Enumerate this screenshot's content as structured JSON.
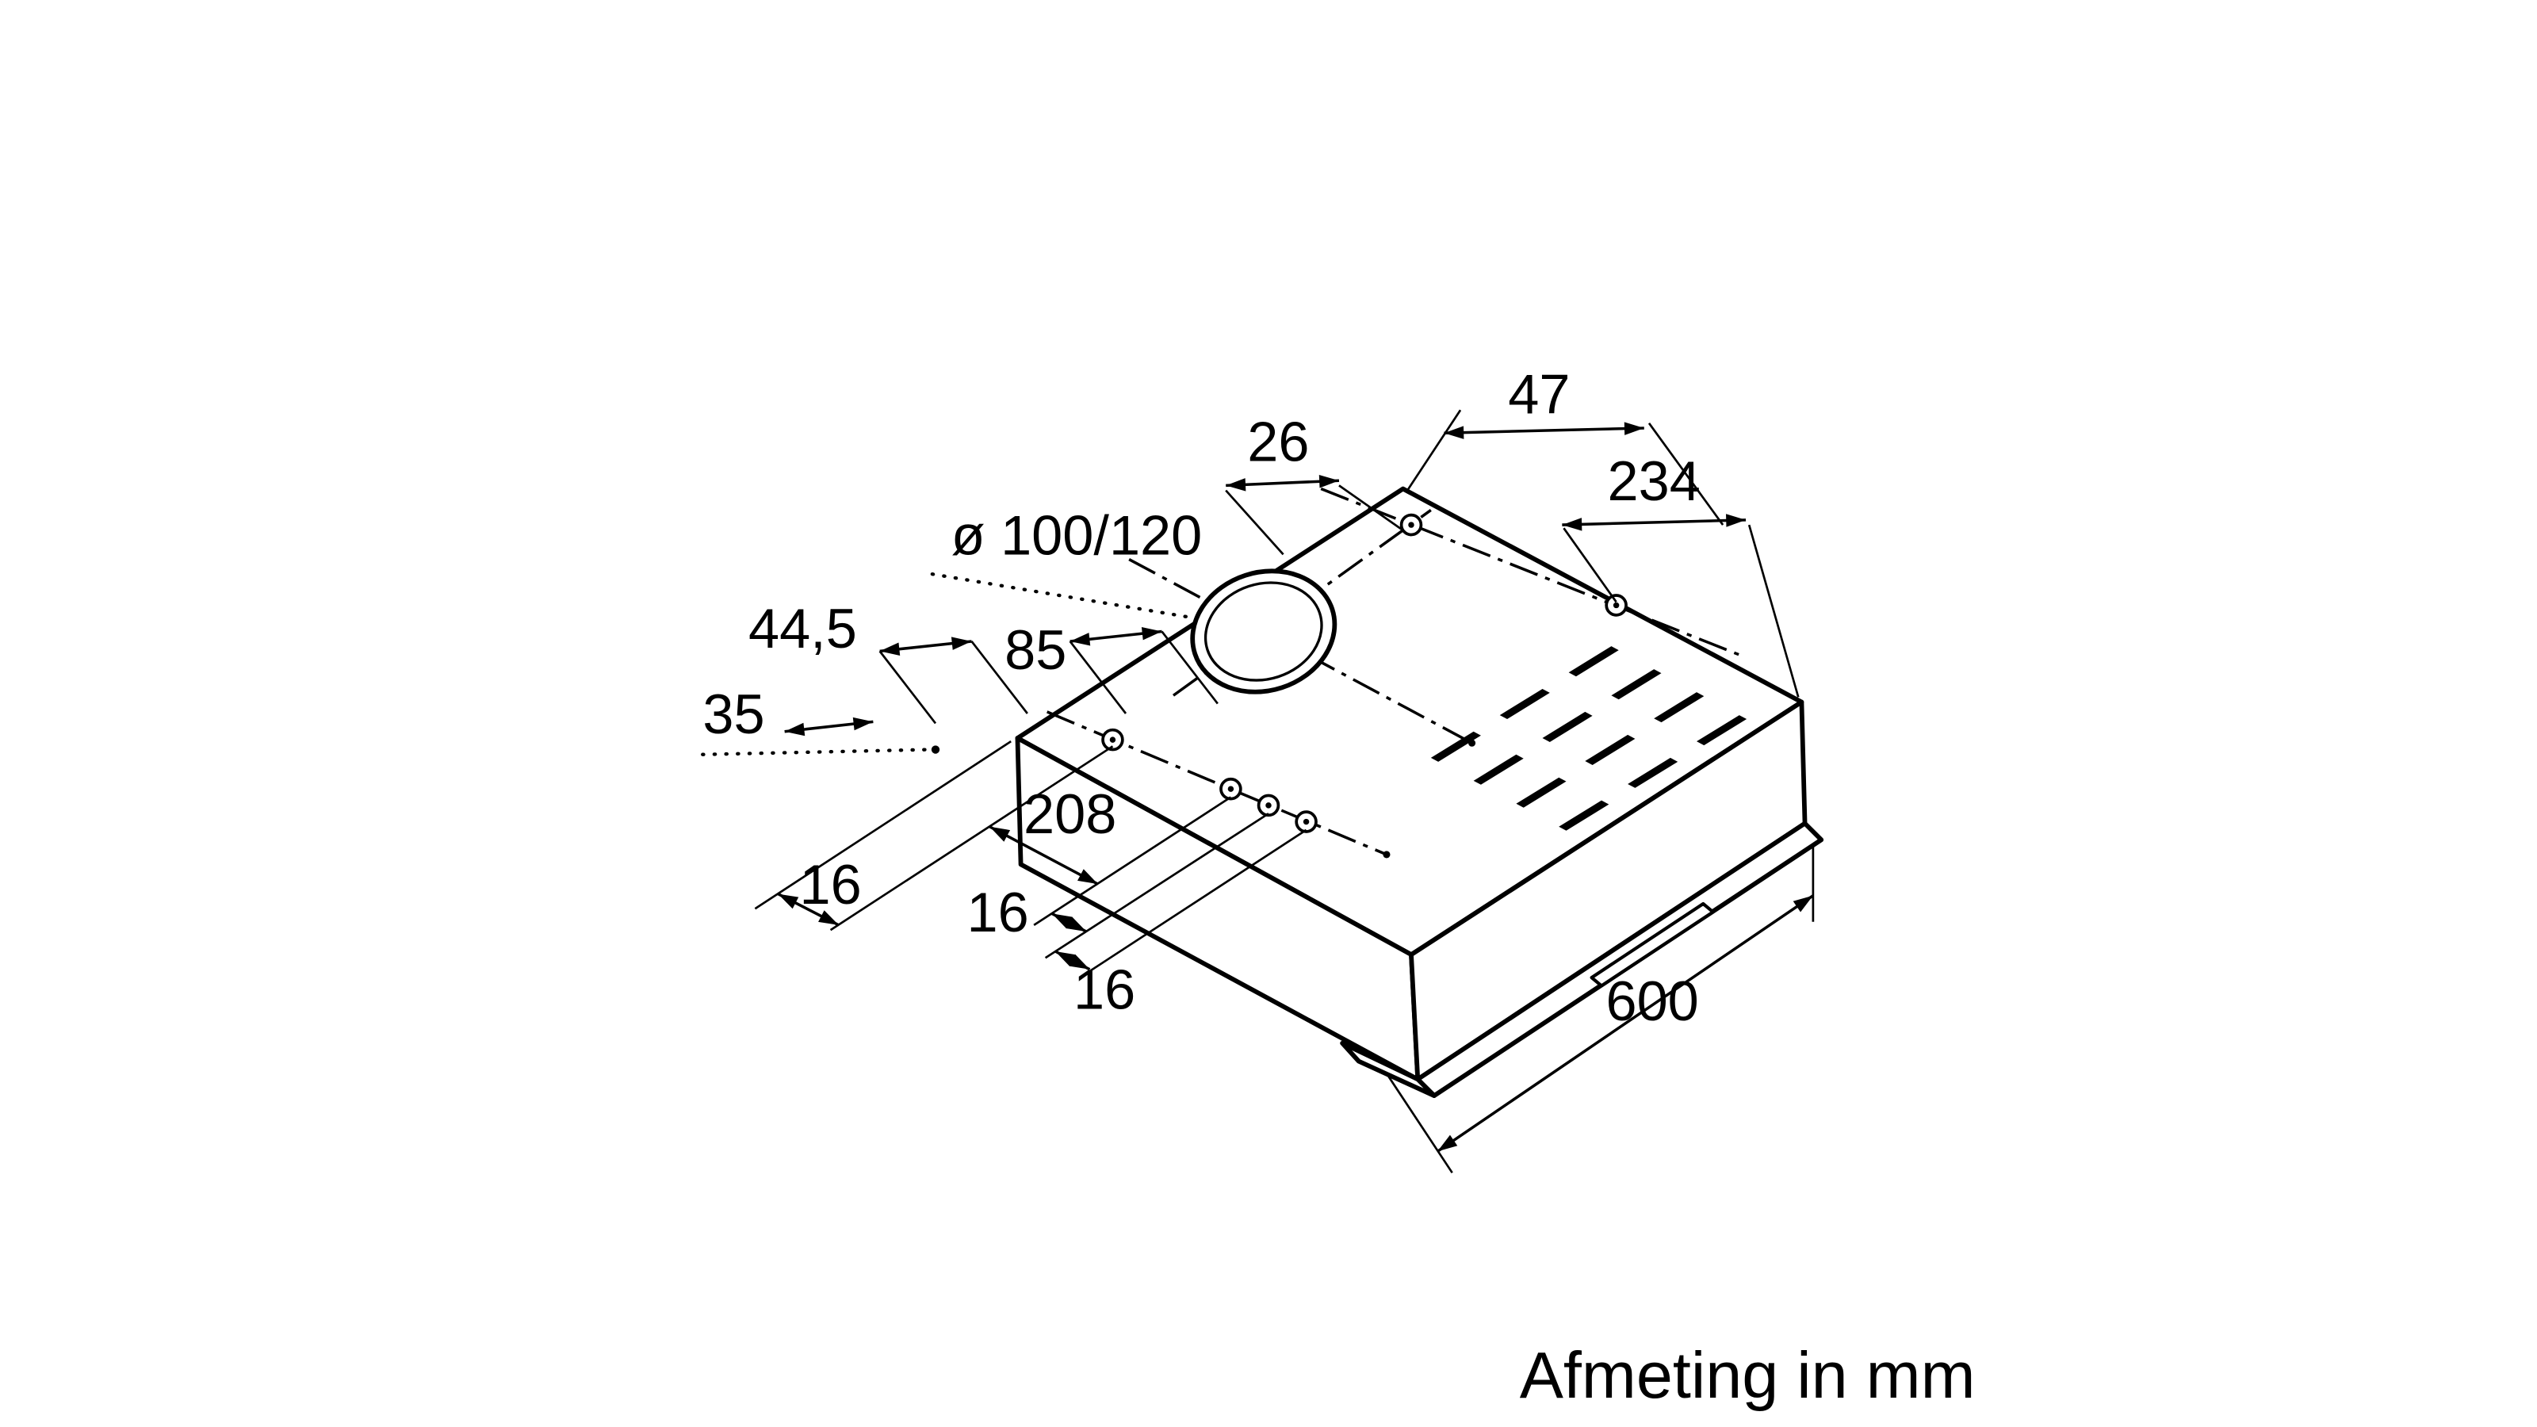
{
  "diagram": {
    "type": "technical-dimension-drawing",
    "subject": "cooker-hood",
    "caption": "Afmeting in mm",
    "unit": "mm",
    "dimensions": {
      "duct_diameter": "ø 100/120",
      "top_inset": "26",
      "top_hole_offset": "47",
      "top_hole_spacing": "234",
      "left_offset_a": "44,5",
      "left_offset_b": "85",
      "left_offset_c": "35",
      "rear_hole_spacing": "208",
      "edge_inset_1": "16",
      "edge_inset_2": "16",
      "edge_inset_3": "16",
      "width": "600"
    },
    "colors": {
      "line": "#000000",
      "background": "#ffffff",
      "text": "#000000"
    }
  }
}
